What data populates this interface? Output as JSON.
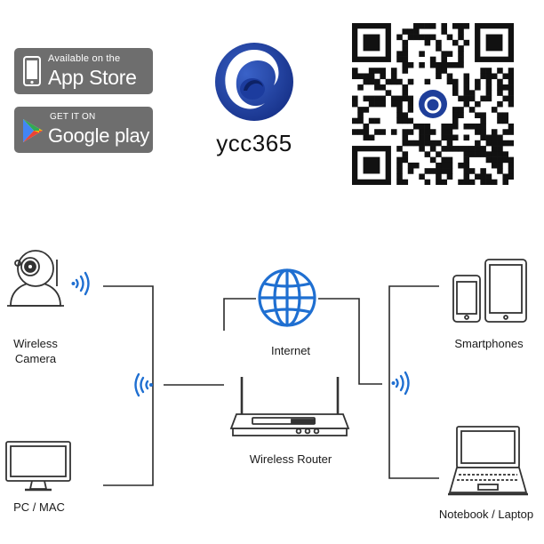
{
  "app_store": {
    "small": "Available on the",
    "big": "App Store"
  },
  "google_play": {
    "small": "GET IT ON",
    "big": "Google play"
  },
  "brand": {
    "name": "ycc365",
    "color": "#1f3f9a"
  },
  "nodes": {
    "wireless_camera": "Wireless\nCamera",
    "pc_mac": "PC / MAC",
    "internet": "Internet",
    "wireless_router": "Wireless Router",
    "smartphones": "Smartphones",
    "notebook_laptop": "Notebook / Laptop"
  },
  "colors": {
    "line": "#2a2a2a",
    "wifi_blue": "#1f6fd1",
    "badge_gray": "#6e6e6e"
  }
}
